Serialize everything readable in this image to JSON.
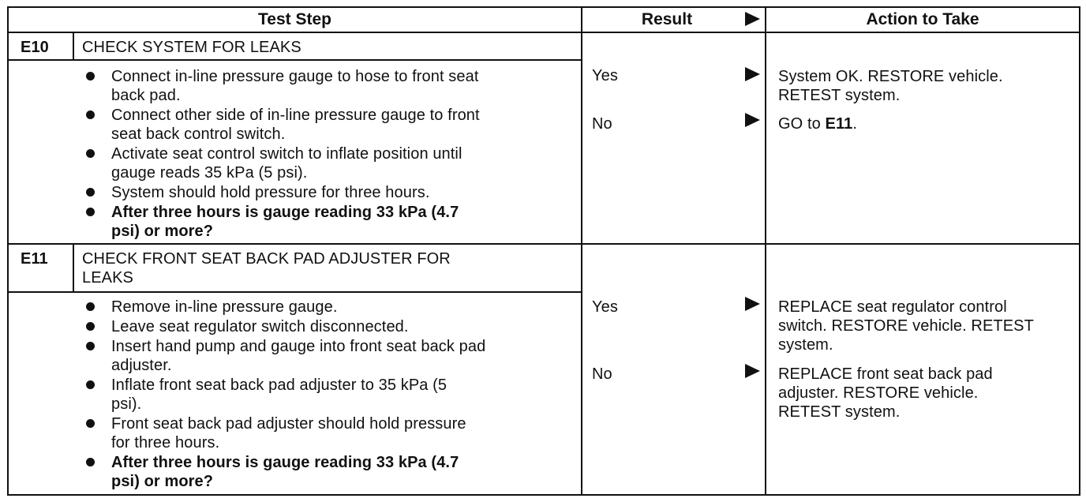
{
  "header": {
    "test_step": "Test Step",
    "result": "Result",
    "action": "Action to Take"
  },
  "steps": [
    {
      "id": "E10",
      "title_lines": [
        "CHECK SYSTEM FOR LEAKS"
      ],
      "bullets": [
        {
          "lines": [
            "Connect in-line pressure gauge to hose to front seat",
            "back pad."
          ],
          "bold": false
        },
        {
          "lines": [
            "Connect other side of in-line pressure gauge to front",
            "seat back control switch."
          ],
          "bold": false
        },
        {
          "lines": [
            "Activate seat control switch to inflate position until",
            "gauge reads 35 kPa (5 psi)."
          ],
          "bold": false
        },
        {
          "lines": [
            "System should hold pressure for three hours."
          ],
          "bold": false
        },
        {
          "lines": [
            "After three hours is gauge reading 33 kPa (4.7",
            "psi) or more?"
          ],
          "bold": true
        }
      ],
      "results": [
        {
          "label": "Yes",
          "action_lines": [
            "System OK. RESTORE vehicle.",
            "RETEST system."
          ]
        },
        {
          "label": "No",
          "action_prefix": "GO to ",
          "action_ref": "E11",
          "action_suffix": "."
        }
      ]
    },
    {
      "id": "E11",
      "title_lines": [
        "CHECK FRONT SEAT BACK PAD ADJUSTER FOR",
        "LEAKS"
      ],
      "bullets": [
        {
          "lines": [
            "Remove in-line pressure gauge."
          ],
          "bold": false
        },
        {
          "lines": [
            "Leave seat regulator switch disconnected."
          ],
          "bold": false
        },
        {
          "lines": [
            "Insert hand pump and gauge into front seat back pad",
            "adjuster."
          ],
          "bold": false
        },
        {
          "lines": [
            "Inflate front seat back pad adjuster to 35 kPa (5",
            "psi)."
          ],
          "bold": false
        },
        {
          "lines": [
            "Front seat back pad adjuster should hold pressure",
            "for three hours."
          ],
          "bold": false
        },
        {
          "lines": [
            "After three hours is gauge reading 33 kPa (4.7",
            "psi) or more?"
          ],
          "bold": true
        }
      ],
      "results": [
        {
          "label": "Yes",
          "action_lines": [
            "REPLACE seat regulator control",
            "switch. RESTORE vehicle. RETEST",
            "system."
          ]
        },
        {
          "label": "No",
          "action_lines": [
            "REPLACE front seat back pad",
            "adjuster. RESTORE vehicle.",
            "RETEST system."
          ]
        }
      ]
    }
  ],
  "colors": {
    "ink": "#111111",
    "paper": "#ffffff"
  }
}
